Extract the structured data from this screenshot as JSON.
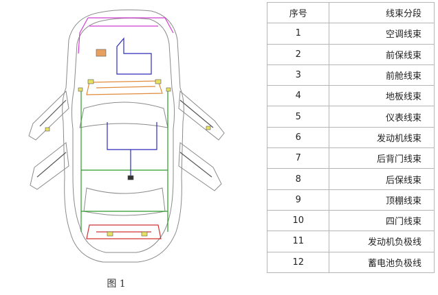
{
  "figure": {
    "caption": "图 1"
  },
  "table": {
    "headers": [
      "序号",
      "线束分段"
    ],
    "rows": [
      {
        "num": "1",
        "name": "空调线束"
      },
      {
        "num": "2",
        "name": "前保线束"
      },
      {
        "num": "3",
        "name": "前舱线束"
      },
      {
        "num": "4",
        "name": "地板线束"
      },
      {
        "num": "5",
        "name": "仪表线束"
      },
      {
        "num": "6",
        "name": "发动机线束"
      },
      {
        "num": "7",
        "name": "后背门线束"
      },
      {
        "num": "8",
        "name": "后保线束"
      },
      {
        "num": "9",
        "name": "顶棚线束"
      },
      {
        "num": "10",
        "name": "四门线束"
      },
      {
        "num": "11",
        "name": "发动机负极线"
      },
      {
        "num": "12",
        "name": "蓄电池负极线"
      }
    ]
  },
  "colors": {
    "body_outline": "#8a8a8a",
    "harness_magenta": "#d23ad2",
    "harness_green": "#2a9a2a",
    "harness_blue": "#2b2bb8",
    "harness_orange": "#e08a3a",
    "harness_red": "#d03030",
    "connector_yellow": "#e8e060",
    "table_border": "#b5b5b5"
  }
}
